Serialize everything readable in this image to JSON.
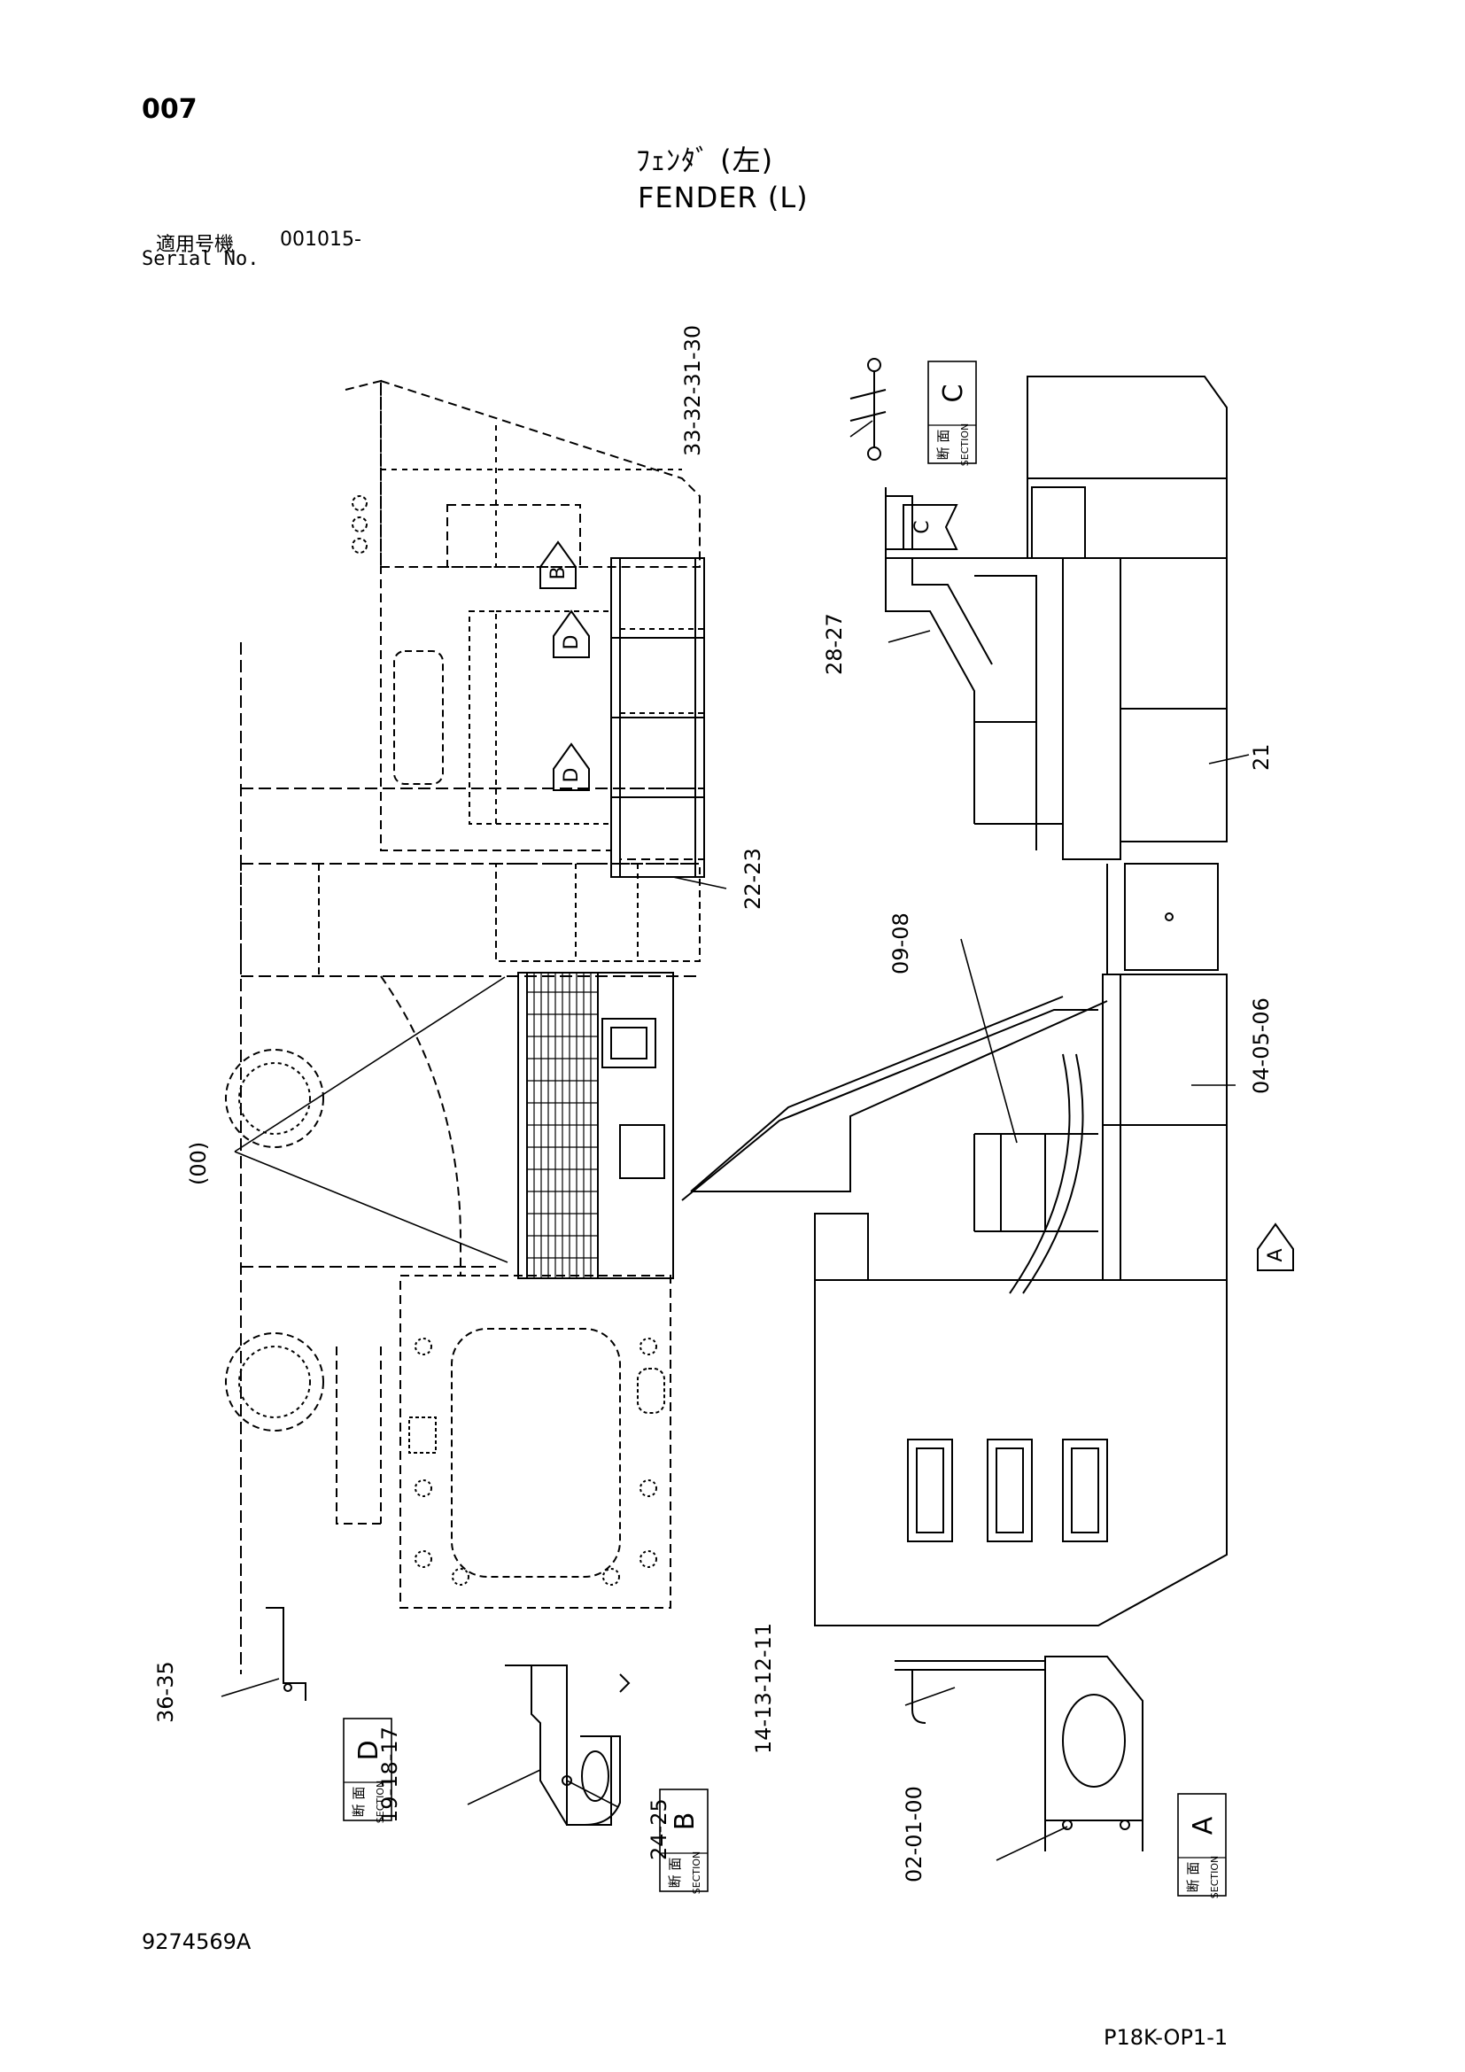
{
  "page": {
    "number": "007",
    "drawing_number": "9274569A",
    "page_code": "P18K-OP1-1"
  },
  "title": {
    "japanese": "ﾌｪﾝﾀﾞ (左)",
    "english": "FENDER (L)"
  },
  "serial": {
    "label_jp": "適用号機",
    "number": "001015-",
    "label_en": "Serial No."
  },
  "sections": {
    "A": {
      "letter": "A",
      "jp": "断 面",
      "en": "SECTION"
    },
    "B": {
      "letter": "B",
      "jp": "断 面",
      "en": "SECTION"
    },
    "C": {
      "letter": "C",
      "jp": "断 面",
      "en": "SECTION"
    },
    "D": {
      "letter": "D",
      "jp": "断 面",
      "en": "SECTION"
    }
  },
  "view_markers": [
    "B",
    "D",
    "D",
    "C",
    "A"
  ],
  "callouts": {
    "c_33_30": "33-32-31-30",
    "c_28_27": "28-27",
    "c_21": "21",
    "c_22_23": "22-23",
    "c_09_08": "09-08",
    "c_04_06": "04-05-06",
    "c_00": "(00)",
    "c_36_35": "36-35",
    "c_19_17": "19-18-17",
    "c_24_25": "24-25",
    "c_14_11": "14-13-12-11",
    "c_02_00": "02-01-00"
  }
}
